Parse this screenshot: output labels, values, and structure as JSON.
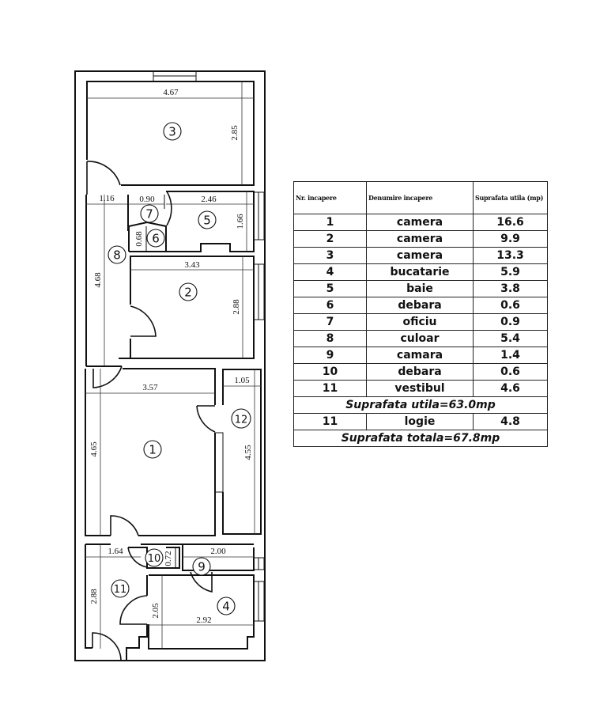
{
  "plan": {
    "rooms": [
      {
        "id": "room-3",
        "number": "3",
        "width_label": "4.67",
        "height_label": "2.85"
      },
      {
        "id": "room-7",
        "number": "7",
        "width_label": "0.90"
      },
      {
        "id": "room-5",
        "number": "5",
        "width_label": "2.46",
        "height_label": "1.66"
      },
      {
        "id": "room-6",
        "number": "6",
        "height_label": "0.68"
      },
      {
        "id": "room-8",
        "number": "8",
        "width_label": "1.16",
        "height_label": "4.68"
      },
      {
        "id": "room-2",
        "number": "2",
        "width_label": "3.43",
        "height_label": "2.88"
      },
      {
        "id": "room-1",
        "number": "1",
        "width_label": "3.57",
        "height_label": "4.65"
      },
      {
        "id": "room-12",
        "number": "12",
        "width_label": "1.05",
        "height_label": "4.55"
      },
      {
        "id": "room-10",
        "number": "10",
        "height_label": "0.72"
      },
      {
        "id": "room-9",
        "number": "9",
        "width_label": "2.00"
      },
      {
        "id": "room-11",
        "number": "11",
        "width_label": "1.64",
        "height_label": "2.88"
      },
      {
        "id": "room-4",
        "number": "4",
        "width_label": "2.92",
        "height_label": "2.05"
      }
    ]
  },
  "table": {
    "headers": [
      "Nr. incapere",
      "Denumire incapere",
      "Suprafata utila (mp)"
    ],
    "rows": [
      {
        "nr": "1",
        "name": "camera",
        "area": "16.6"
      },
      {
        "nr": "2",
        "name": "camera",
        "area": "9.9"
      },
      {
        "nr": "3",
        "name": "camera",
        "area": "13.3"
      },
      {
        "nr": "4",
        "name": "bucatarie",
        "area": "5.9"
      },
      {
        "nr": "5",
        "name": "baie",
        "area": "3.8"
      },
      {
        "nr": "6",
        "name": "debara",
        "area": "0.6"
      },
      {
        "nr": "7",
        "name": "oficiu",
        "area": "0.9"
      },
      {
        "nr": "8",
        "name": "culoar",
        "area": "5.4"
      },
      {
        "nr": "9",
        "name": "camara",
        "area": "1.4"
      },
      {
        "nr": "10",
        "name": "debara",
        "area": "0.6"
      },
      {
        "nr": "11",
        "name": "vestibul",
        "area": "4.6"
      }
    ],
    "subtotal": "Suprafata utila=63.0mp",
    "extra_row": {
      "nr": "11",
      "name": "logie",
      "area": "4.8"
    },
    "total": "Suprafata totala=67.8mp"
  }
}
